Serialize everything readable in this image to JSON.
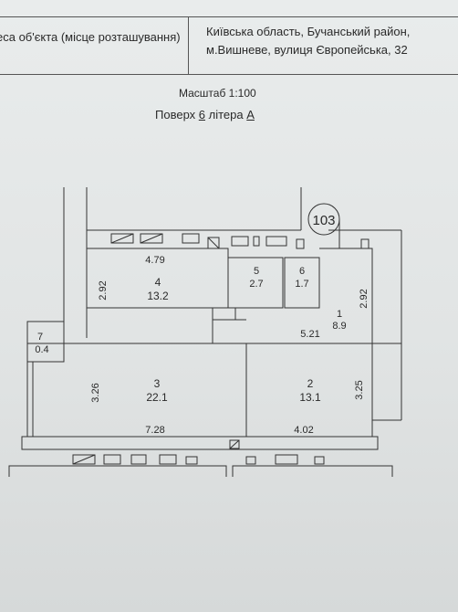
{
  "header": {
    "left_label": "еса об'єкта (місце розташування)",
    "address_line1": "Київська область, Бучанський район,",
    "address_line2": "м.Вишневе, вулиця Європейська, 32"
  },
  "scale_label": "Масштаб 1:100",
  "floor": {
    "floor_label": "Поверх",
    "floor_value": "6",
    "letter_label": "літера",
    "letter_value": "А"
  },
  "apartment_number": "103",
  "rooms": [
    {
      "number": "1",
      "area": "8.9"
    },
    {
      "number": "2",
      "area": "13.1"
    },
    {
      "number": "3",
      "area": "22.1"
    },
    {
      "number": "4",
      "area": "13.2"
    },
    {
      "number": "5",
      "area": "2.7"
    },
    {
      "number": "6",
      "area": "1.7"
    },
    {
      "number": "7",
      "area": "0.4"
    }
  ],
  "dimensions": {
    "room4_width": "4.79",
    "room4_height": "2.92",
    "room1_height": "2.92",
    "room1_width": "5.21",
    "room3_height": "3.26",
    "room3_width": "7.28",
    "room2_width": "4.02",
    "room2_height": "3.25"
  }
}
